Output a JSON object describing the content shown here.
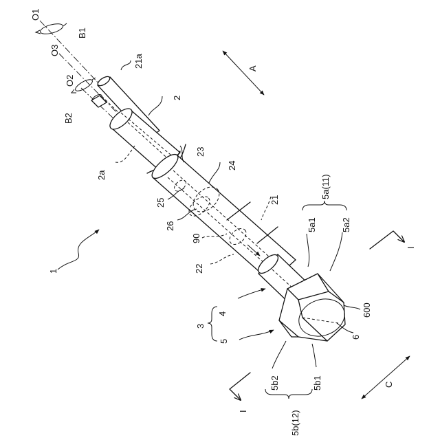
{
  "figure": {
    "labels": {
      "o1": "O1",
      "b1": "B1",
      "o3": "O3",
      "o2": "O2",
      "b2": "B2",
      "l21a": "21a",
      "l2": "2",
      "arrow_a": "A",
      "l2a": "2a",
      "l23": "23",
      "l24": "24",
      "l5a11": "5a(11)",
      "l25": "25",
      "l21": "21",
      "l26": "26",
      "l90": "90",
      "l5a1": "5a1",
      "l5a2": "5a2",
      "l1": "1",
      "section_i_top": "I",
      "l22": "22",
      "l4": "4",
      "l3": "3",
      "l5": "5",
      "l600": "600",
      "l6": "6",
      "l5b2": "5b2",
      "l5b1": "5b1",
      "section_i_bottom": "I",
      "arrow_c": "C",
      "l5b12": "5b(12)"
    }
  }
}
